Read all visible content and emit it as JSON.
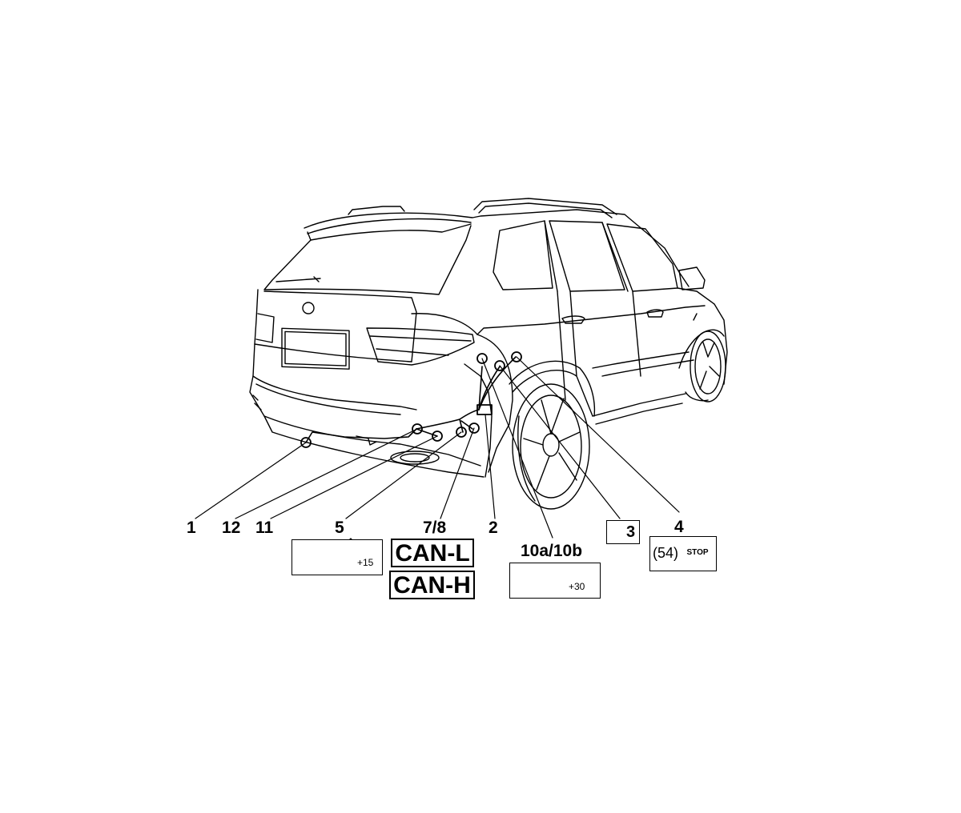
{
  "callouts": {
    "n1": "1",
    "n12": "12",
    "n11": "11",
    "n5": "5",
    "n78": "7/8",
    "n2": "2",
    "n10": "10a/10b",
    "n3": "3",
    "n4": "4"
  },
  "legend": {
    "ignition_label": "+15",
    "battery_label": "+30",
    "can_low": "CAN-L",
    "can_high": "CAN-H",
    "stop_code": "(54)",
    "stop_sign": "STOP"
  },
  "icons": [
    "battery-icon",
    "key-icon",
    "switch-icon",
    "fuse-icon",
    "ground-icon",
    "stop-sign-icon"
  ]
}
